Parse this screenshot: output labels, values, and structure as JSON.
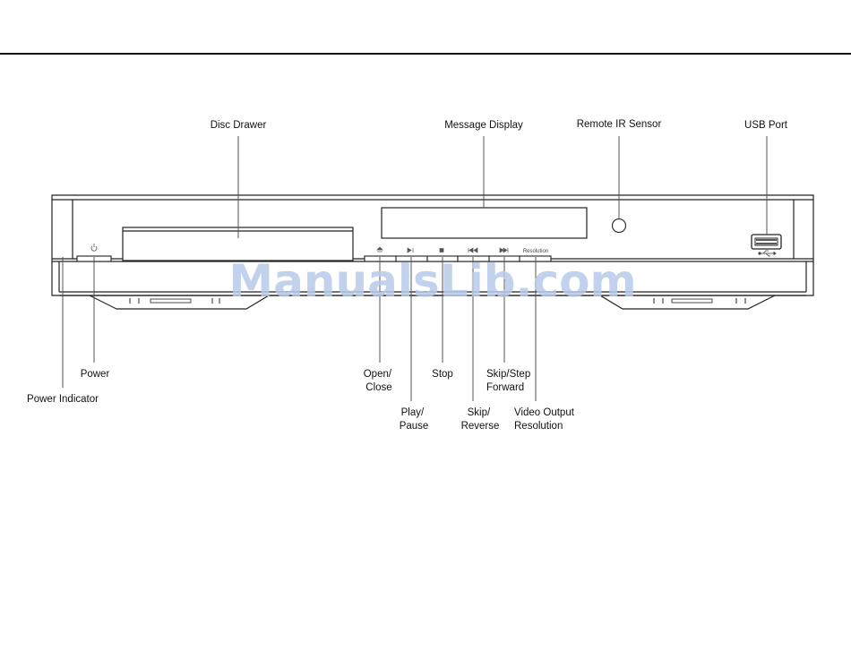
{
  "labels": {
    "disc_drawer": "Disc Drawer",
    "message_display": "Message Display",
    "remote_ir_sensor": "Remote IR Sensor",
    "usb_port": "USB Port",
    "power": "Power",
    "power_indicator": "Power Indicator",
    "open_close": [
      "Open/",
      "Close"
    ],
    "play_pause": [
      "Play/",
      "Pause"
    ],
    "stop": "Stop",
    "skip_reverse": [
      "Skip/",
      "Reverse"
    ],
    "skip_step_forward": [
      "Skip/Step",
      "Forward"
    ],
    "video_output_resolution": [
      "Video Output",
      "Resolution"
    ]
  },
  "panel": {
    "resolution_button_text": "Resolution"
  },
  "icons": [
    "power-icon",
    "eject-icon",
    "play-pause-icon",
    "stop-icon",
    "skip-reverse-icon",
    "skip-forward-icon",
    "usb-icon"
  ],
  "watermark": "ManualsLib.com"
}
